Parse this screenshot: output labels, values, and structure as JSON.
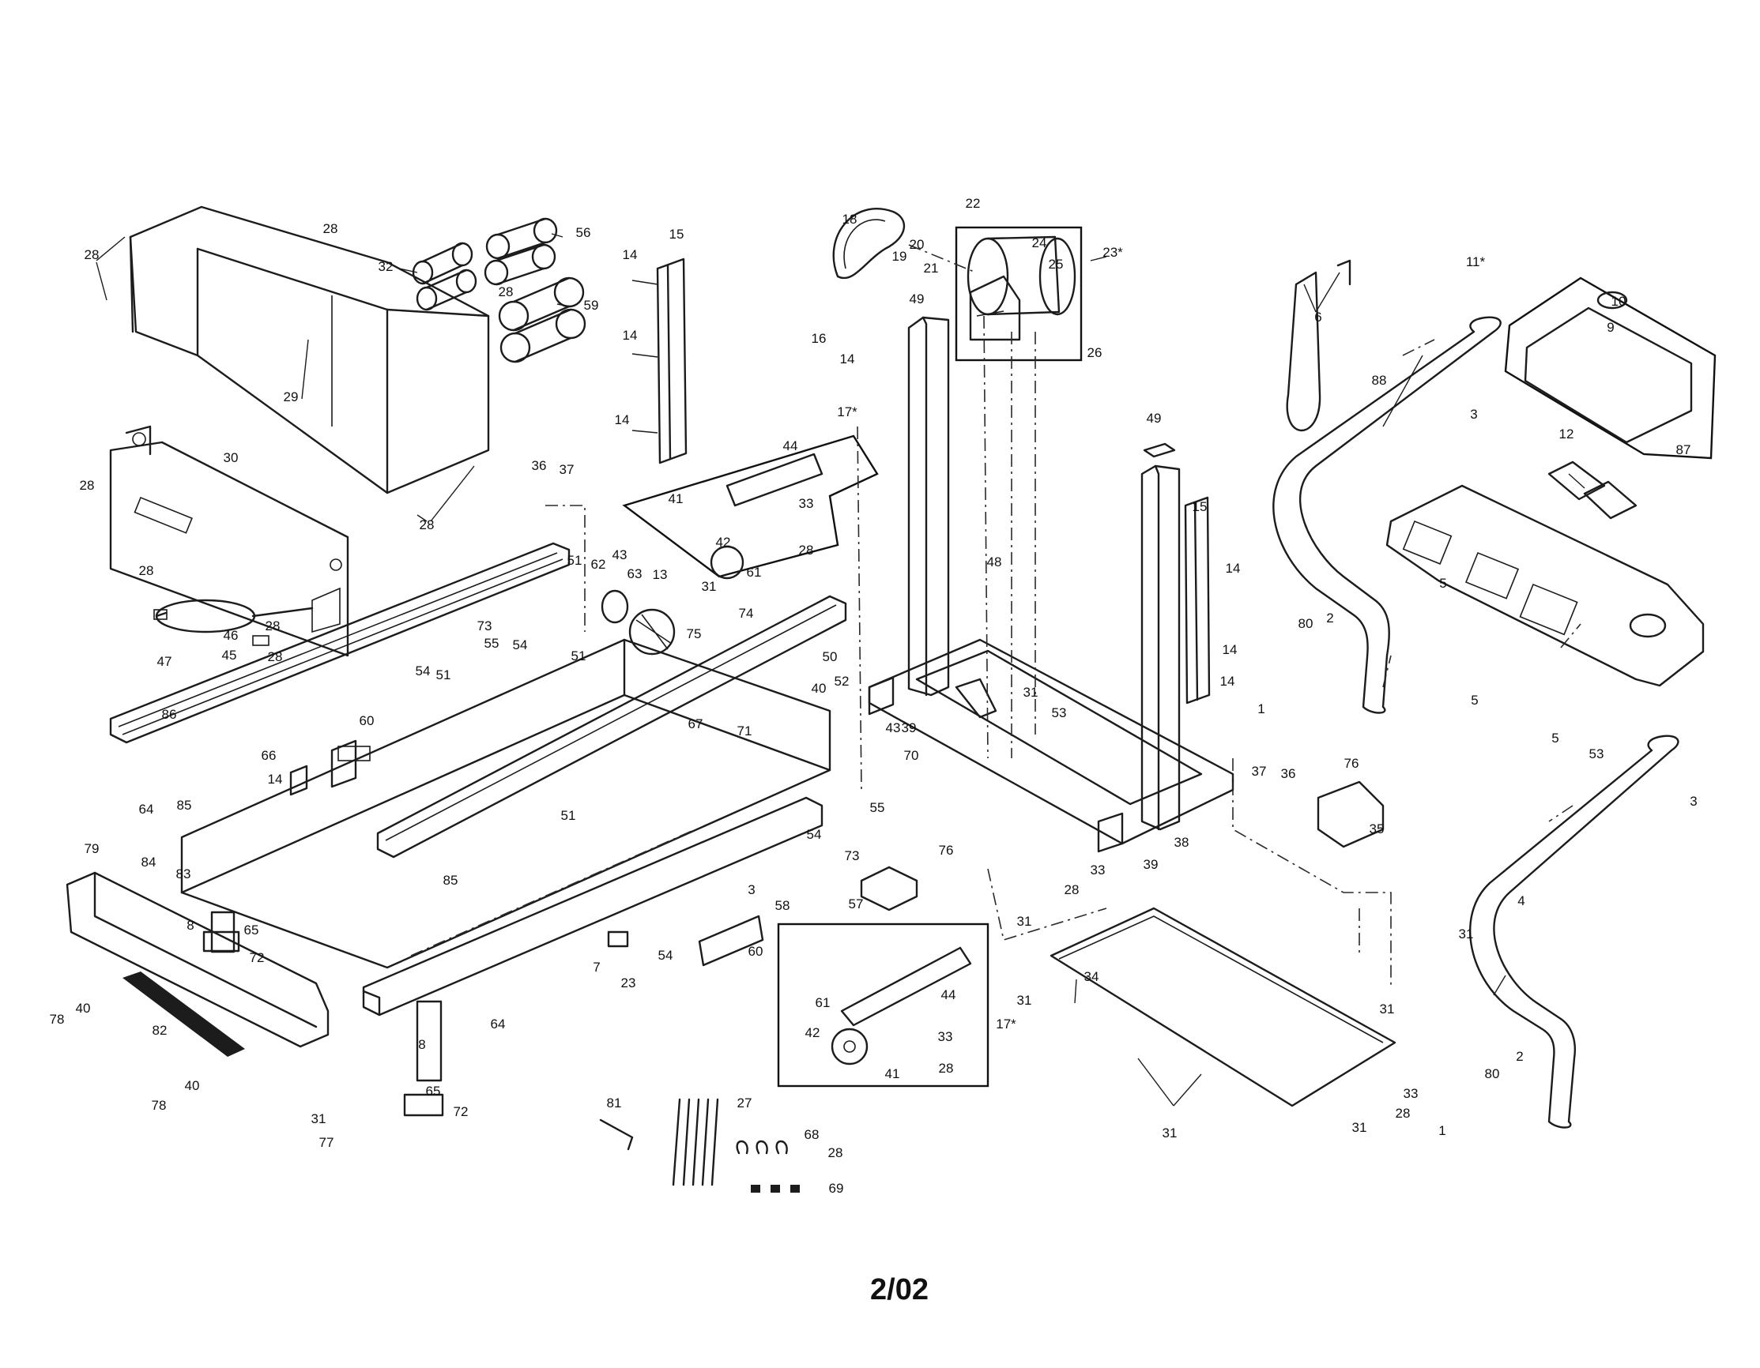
{
  "page_label": "2/02",
  "callouts": [
    "28",
    "28",
    "28",
    "29",
    "28",
    "28",
    "30",
    "28",
    "28",
    "28",
    "47",
    "46",
    "45",
    "32",
    "56",
    "59",
    "36",
    "37",
    "15",
    "14",
    "14",
    "14",
    "18",
    "22",
    "20",
    "21",
    "19",
    "23*",
    "24",
    "25",
    "49",
    "16",
    "14",
    "26",
    "6",
    "11*",
    "10",
    "9",
    "88",
    "3",
    "87",
    "12",
    "17*",
    "44",
    "41",
    "33",
    "28",
    "42",
    "61",
    "48",
    "49",
    "15",
    "14",
    "14",
    "14",
    "51",
    "43",
    "62",
    "63",
    "13",
    "31",
    "74",
    "73",
    "55",
    "54",
    "75",
    "50",
    "86",
    "54",
    "51",
    "60",
    "66",
    "14",
    "51",
    "40",
    "52",
    "43",
    "39",
    "31",
    "53",
    "67",
    "71",
    "70",
    "55",
    "54",
    "73",
    "5",
    "5",
    "5",
    "80",
    "2",
    "1",
    "53",
    "3",
    "37",
    "36",
    "76",
    "35",
    "38",
    "4",
    "64",
    "85",
    "79",
    "84",
    "83",
    "8",
    "65",
    "72",
    "51",
    "85",
    "58",
    "3",
    "76",
    "57",
    "39",
    "33",
    "28",
    "31",
    "34",
    "31",
    "31",
    "31",
    "7",
    "23",
    "54",
    "60",
    "44",
    "17*",
    "61",
    "42",
    "33",
    "41",
    "28",
    "78",
    "40",
    "82",
    "64",
    "8",
    "65",
    "72",
    "78",
    "40",
    "31",
    "77",
    "81",
    "27",
    "68",
    "28",
    "69",
    "31",
    "33",
    "28",
    "31",
    "80",
    "2",
    "1"
  ]
}
